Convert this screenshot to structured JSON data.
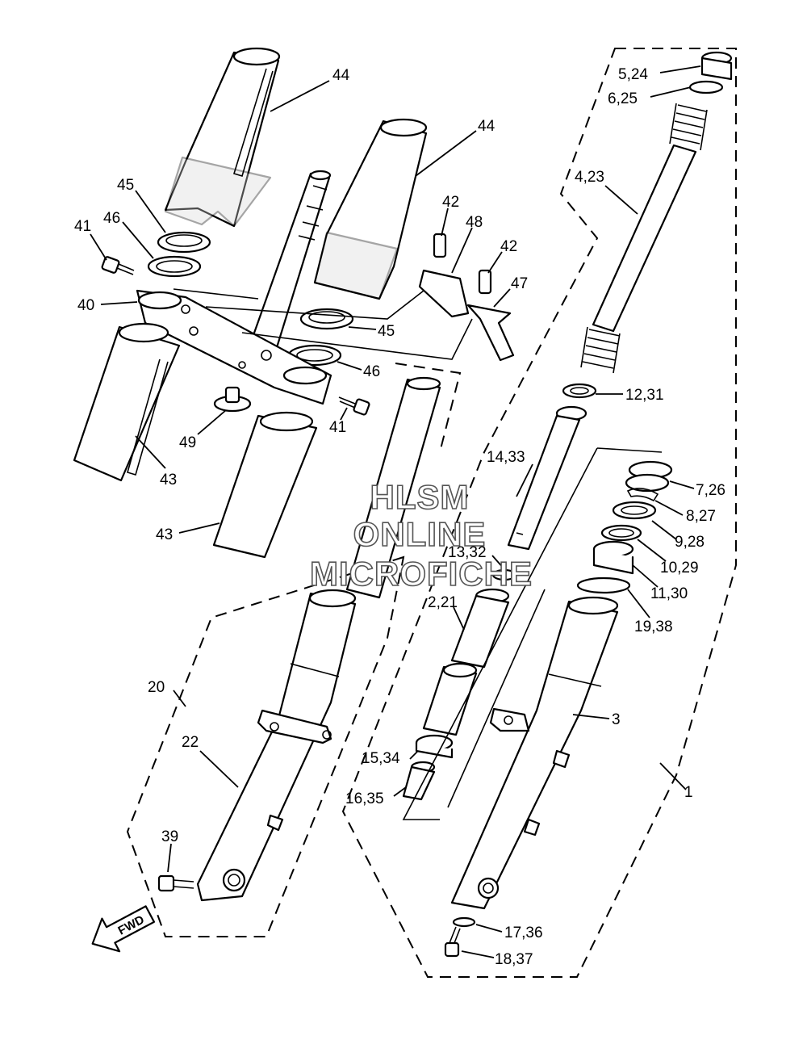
{
  "diagram": {
    "callouts": [
      {
        "id": "44a",
        "label": "44"
      },
      {
        "id": "44b",
        "label": "44"
      },
      {
        "id": "45a",
        "label": "45"
      },
      {
        "id": "46a",
        "label": "46"
      },
      {
        "id": "41a",
        "label": "41"
      },
      {
        "id": "40",
        "label": "40"
      },
      {
        "id": "42a",
        "label": "42"
      },
      {
        "id": "48",
        "label": "48"
      },
      {
        "id": "42b",
        "label": "42"
      },
      {
        "id": "47",
        "label": "47"
      },
      {
        "id": "45b",
        "label": "45"
      },
      {
        "id": "46b",
        "label": "46"
      },
      {
        "id": "41b",
        "label": "41"
      },
      {
        "id": "49",
        "label": "49"
      },
      {
        "id": "43a",
        "label": "43"
      },
      {
        "id": "43b",
        "label": "43"
      },
      {
        "id": "5_24",
        "label": "5,24"
      },
      {
        "id": "6_25",
        "label": "6,25"
      },
      {
        "id": "4_23",
        "label": "4,23"
      },
      {
        "id": "12_31",
        "label": "12,31"
      },
      {
        "id": "14_33",
        "label": "14,33"
      },
      {
        "id": "7_26",
        "label": "7,26"
      },
      {
        "id": "8_27",
        "label": "8,27"
      },
      {
        "id": "9_28",
        "label": "9,28"
      },
      {
        "id": "10_29",
        "label": "10,29"
      },
      {
        "id": "11_30",
        "label": "11,30"
      },
      {
        "id": "13_32",
        "label": "13,32"
      },
      {
        "id": "19_38",
        "label": "19,38"
      },
      {
        "id": "2_21",
        "label": "2,21"
      },
      {
        "id": "3",
        "label": "3"
      },
      {
        "id": "20",
        "label": "20"
      },
      {
        "id": "22",
        "label": "22"
      },
      {
        "id": "1",
        "label": "1"
      },
      {
        "id": "15_34",
        "label": "15,34"
      },
      {
        "id": "16_35",
        "label": "16,35"
      },
      {
        "id": "39",
        "label": "39"
      },
      {
        "id": "17_36",
        "label": "17,36"
      },
      {
        "id": "18_37",
        "label": "18,37"
      }
    ],
    "fwd_label": "FWD",
    "watermark": [
      "HLSM",
      "ONLINE",
      "MICROFICHE"
    ]
  }
}
